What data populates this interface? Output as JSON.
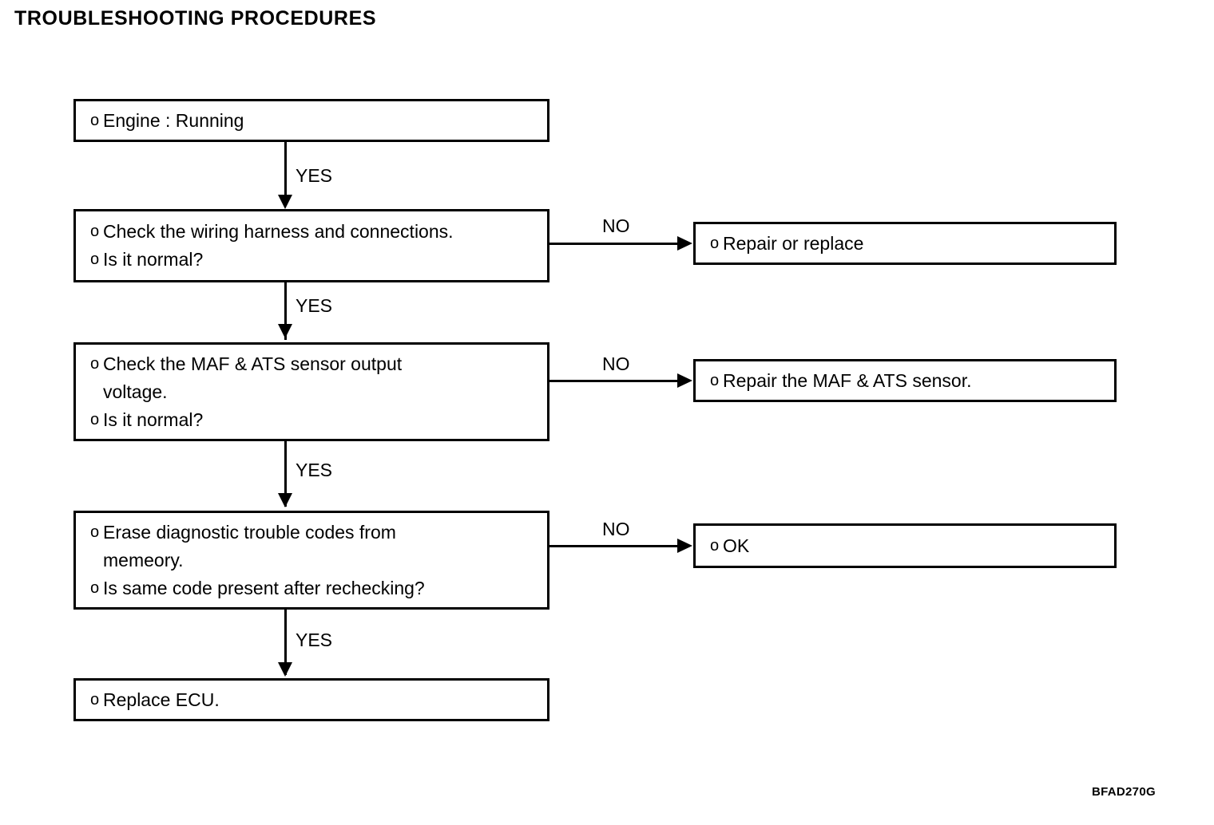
{
  "page": {
    "title": "TROUBLESHOOTING PROCEDURES",
    "figure_code": "BFAD270G",
    "ink_color": "#000000",
    "paper_color": "#ffffff"
  },
  "bullet_glyph": "o",
  "edge_labels": {
    "yes": "YES",
    "no": "NO"
  },
  "flow": {
    "steps": [
      {
        "id": "engine-running",
        "lines": [
          "Engine : Running"
        ]
      },
      {
        "id": "check-wiring-harness",
        "lines": [
          "Check the wiring harness and connections.",
          "Is it normal?"
        ]
      },
      {
        "id": "check-maf-ats-voltage",
        "lines": [
          "Check the MAF & ATS sensor output\nvoltage.",
          "Is it normal?"
        ]
      },
      {
        "id": "erase-trouble-codes",
        "lines": [
          "Erase diagnostic trouble codes from\nmemeory.",
          "Is same code present after rechecking?"
        ]
      },
      {
        "id": "replace-ecu",
        "lines": [
          "Replace ECU."
        ]
      }
    ],
    "outcomes": [
      {
        "id": "repair-or-replace",
        "lines": [
          "Repair or replace"
        ]
      },
      {
        "id": "repair-maf-ats-sensor",
        "lines": [
          "Repair the MAF & ATS sensor."
        ]
      },
      {
        "id": "ok",
        "lines": [
          "OK"
        ]
      }
    ],
    "transitions": [
      {
        "from": "engine-running",
        "to": "check-wiring-harness",
        "label": "YES"
      },
      {
        "from": "check-wiring-harness",
        "to": "repair-or-replace",
        "label": "NO"
      },
      {
        "from": "check-wiring-harness",
        "to": "check-maf-ats-voltage",
        "label": "YES"
      },
      {
        "from": "check-maf-ats-voltage",
        "to": "repair-maf-ats-sensor",
        "label": "NO"
      },
      {
        "from": "check-maf-ats-voltage",
        "to": "erase-trouble-codes",
        "label": "YES"
      },
      {
        "from": "erase-trouble-codes",
        "to": "ok",
        "label": "NO"
      },
      {
        "from": "erase-trouble-codes",
        "to": "replace-ecu",
        "label": "YES"
      }
    ]
  }
}
